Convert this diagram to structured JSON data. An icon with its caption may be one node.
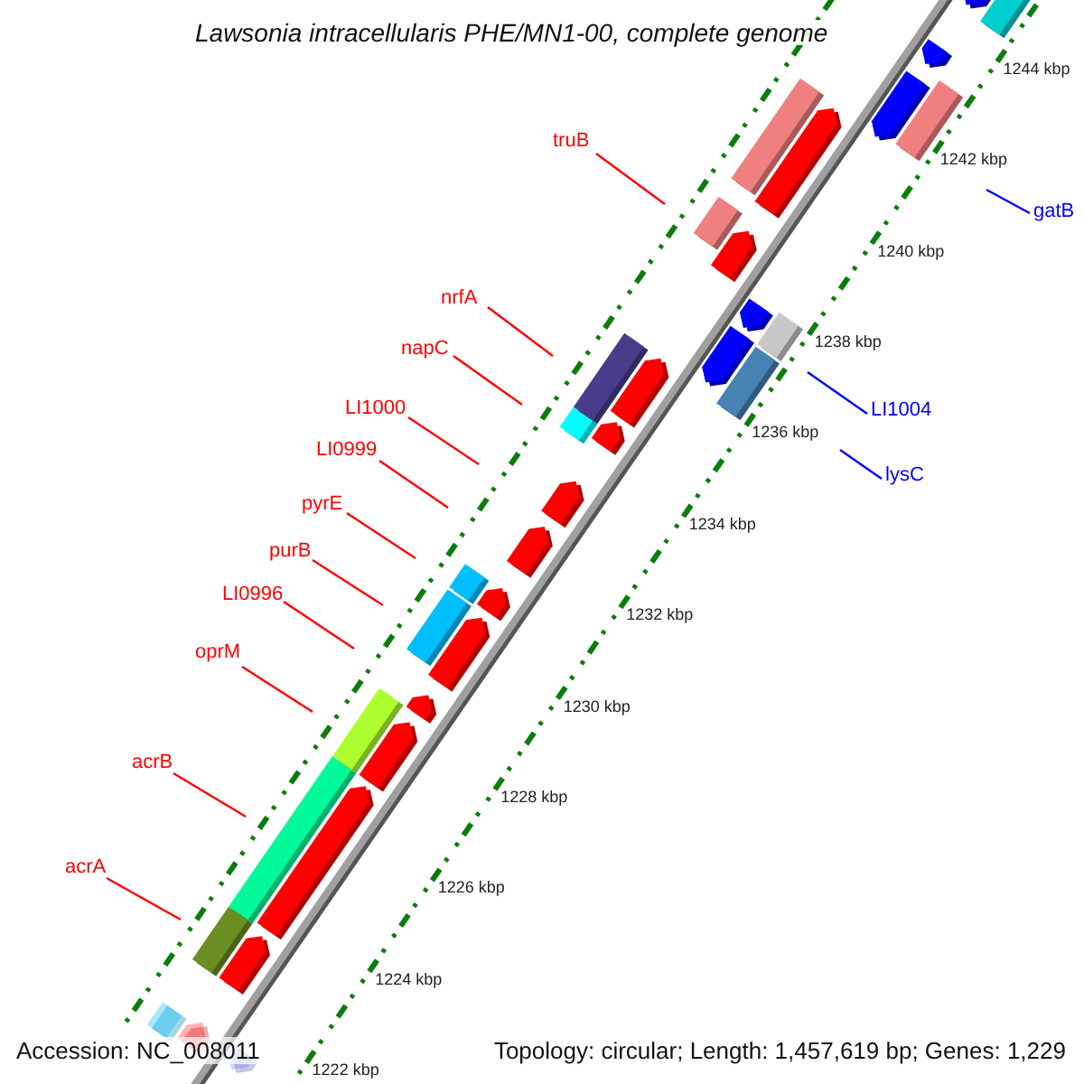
{
  "diagram": {
    "title": "Lawsonia intracellularis PHE/MN1-00, complete genome",
    "nodes": [
      {
        "text": [
          "truB"
        ]
      },
      {
        "text": [
          "gatB"
        ]
      },
      {
        "text": [
          "nrfA"
        ]
      },
      {
        "text": [
          "napC"
        ]
      },
      {
        "text": [
          "LI1004"
        ]
      },
      {
        "text": [
          "LI1000"
        ]
      },
      {
        "text": [
          "lysC"
        ]
      },
      {
        "text": [
          "LI0999"
        ]
      },
      {
        "text": [
          "pyrE"
        ]
      },
      {
        "text": [
          "purB"
        ]
      },
      {
        "text": [
          "LI0996"
        ]
      },
      {
        "text": [
          "oprM"
        ]
      },
      {
        "text": [
          "acrB"
        ]
      },
      {
        "text": [
          "acrA"
        ]
      }
    ],
    "edges": [
      {
        "from": 0,
        "to": null,
        "arrow": "none"
      },
      {
        "from": 1,
        "to": null,
        "arrow": "none",
        "color": "#0000ff"
      },
      {
        "from": 2,
        "to": null,
        "arrow": "none"
      },
      {
        "from": 3,
        "to": null,
        "arrow": "none"
      },
      {
        "from": 4,
        "to": null,
        "arrow": "none",
        "color": "#0000ff"
      },
      {
        "from": 5,
        "to": null,
        "arrow": "none"
      },
      {
        "from": 6,
        "to": null,
        "arrow": "none",
        "color": "#0000ff"
      },
      {
        "from": 7,
        "to": null,
        "arrow": "none"
      },
      {
        "from": 8,
        "to": null,
        "arrow": "none"
      },
      {
        "from": 9,
        "to": null,
        "arrow": "none"
      },
      {
        "from": 10,
        "to": null,
        "arrow": "none"
      },
      {
        "from": 11,
        "to": null,
        "arrow": "none"
      },
      {
        "from": 12,
        "to": null,
        "arrow": "none"
      },
      {
        "from": 13,
        "to": null,
        "arrow": "none"
      }
    ],
    "labels": [
      "1244 kbp",
      "1242 kbp",
      "1240 kbp",
      "1238 kbp",
      "1236 kbp",
      "1234 kbp",
      "1232 kbp",
      "1230 kbp",
      "1228 kbp",
      "1226 kbp",
      "1224 kbp",
      "Accession: NC_008011",
      "Topology: circular; Length: 1,457,619 bp; Genes: 1,229",
      "1222 kbp"
    ]
  }
}
